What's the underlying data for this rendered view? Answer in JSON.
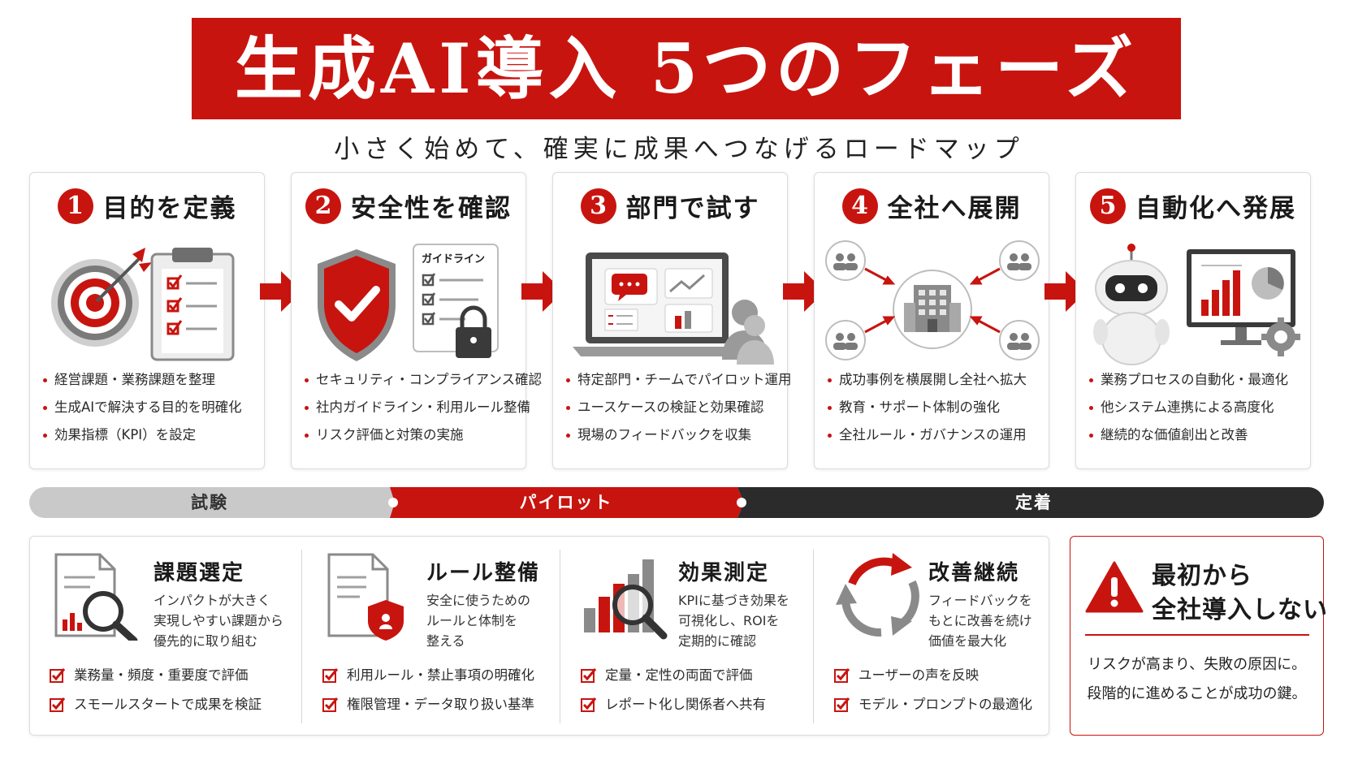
{
  "title": "生成AI導入 5つのフェーズ",
  "subtitle": "小さく始めて、確実に成果へつなげるロードマップ",
  "phases": [
    {
      "number": "1",
      "title": "目的を定義",
      "bullets": [
        "経営課題・業務課題を整理",
        "生成AIで解決する目的を明確化",
        "効果指標（KPI）を設定"
      ]
    },
    {
      "number": "2",
      "title": "安全性を確認",
      "illustration_label": "ガイドライン",
      "bullets": [
        "セキュリティ・コンプライアンス確認",
        "社内ガイドライン・利用ルール整備",
        "リスク評価と対策の実施"
      ]
    },
    {
      "number": "3",
      "title": "部門で試す",
      "bullets": [
        "特定部門・チームでパイロット運用",
        "ユースケースの検証と効果確認",
        "現場のフィードバックを収集"
      ]
    },
    {
      "number": "4",
      "title": "全社へ展開",
      "bullets": [
        "成功事例を横展開し全社へ拡大",
        "教育・サポート体制の強化",
        "全社ルール・ガバナンスの運用"
      ]
    },
    {
      "number": "5",
      "title": "自動化へ発展",
      "bullets": [
        "業務プロセスの自動化・最適化",
        "他システム連携による高度化",
        "継続的な価値創出と改善"
      ]
    }
  ],
  "timeline": [
    {
      "label": "試験",
      "color": "#c9c9c9"
    },
    {
      "label": "パイロット",
      "color": "#c8140f"
    },
    {
      "label": "定着",
      "color": "#2b2b2b"
    }
  ],
  "tips": [
    {
      "title": "課題選定",
      "desc": [
        "インパクトが大きく",
        "実現しやすい課題から",
        "優先的に取り組む"
      ],
      "checks": [
        "業務量・頻度・重要度で評価",
        "スモールスタートで成果を検証"
      ]
    },
    {
      "title": "ルール整備",
      "desc": [
        "安全に使うための",
        "ルールと体制を",
        "整える"
      ],
      "checks": [
        "利用ルール・禁止事項の明確化",
        "権限管理・データ取り扱い基準"
      ]
    },
    {
      "title": "効果測定",
      "desc": [
        "KPIに基づき効果を",
        "可視化し、ROIを",
        "定期的に確認"
      ],
      "checks": [
        "定量・定性の両面で評価",
        "レポート化し関係者へ共有"
      ]
    },
    {
      "title": "改善継続",
      "desc": [
        "フィードバックを",
        "もとに改善を続け",
        "価値を最大化"
      ],
      "checks": [
        "ユーザーの声を反映",
        "モデル・プロンプトの最適化"
      ]
    }
  ],
  "warning": {
    "title_lines": [
      "最初から",
      "全社導入しない"
    ],
    "text_lines": [
      "リスクが高まり、失敗の原因に。",
      "段階的に進めることが成功の鍵。"
    ]
  },
  "colors": {
    "accent": "#c8140f",
    "dark": "#2b2b2b",
    "gray": "#c9c9c9"
  }
}
